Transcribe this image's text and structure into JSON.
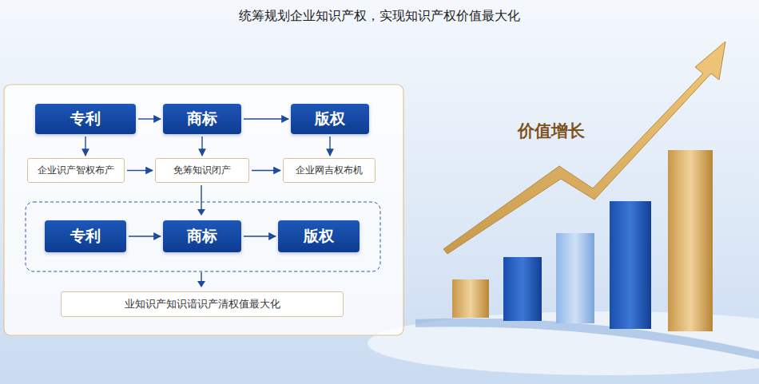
{
  "diagram": {
    "title": "统筹规划企业知识产权，实现知识产权价值最大化",
    "nodes": [
      {
        "text": [
          "专利"
        ]
      },
      {
        "text": [
          "商标"
        ]
      },
      {
        "text": [
          "版权"
        ]
      },
      {
        "text": [
          "企业识产智权布产"
        ]
      },
      {
        "text": [
          "免筹知识闭产"
        ]
      },
      {
        "text": [
          "企业网吉权布机"
        ]
      },
      {
        "text": [
          "专利"
        ]
      },
      {
        "text": [
          "商标"
        ]
      },
      {
        "text": [
          "版权"
        ]
      },
      {
        "text": [
          "业知识产知识谙识产清权值最大化"
        ]
      }
    ],
    "edges": [
      {
        "from": 0,
        "to": 1,
        "arrow": "to"
      },
      {
        "from": 1,
        "to": 2,
        "arrow": "to"
      },
      {
        "from": 0,
        "to": 3,
        "arrow": "to"
      },
      {
        "from": 1,
        "to": 4,
        "arrow": "to"
      },
      {
        "from": 2,
        "to": 5,
        "arrow": "to"
      },
      {
        "from": 3,
        "to": 4,
        "arrow": "to"
      },
      {
        "from": 4,
        "to": 5,
        "arrow": "to"
      },
      {
        "from": 6,
        "to": 7,
        "arrow": "to"
      },
      {
        "from": 7,
        "to": 8,
        "arrow": "to"
      }
    ],
    "labels": [
      "价值增长"
    ]
  }
}
